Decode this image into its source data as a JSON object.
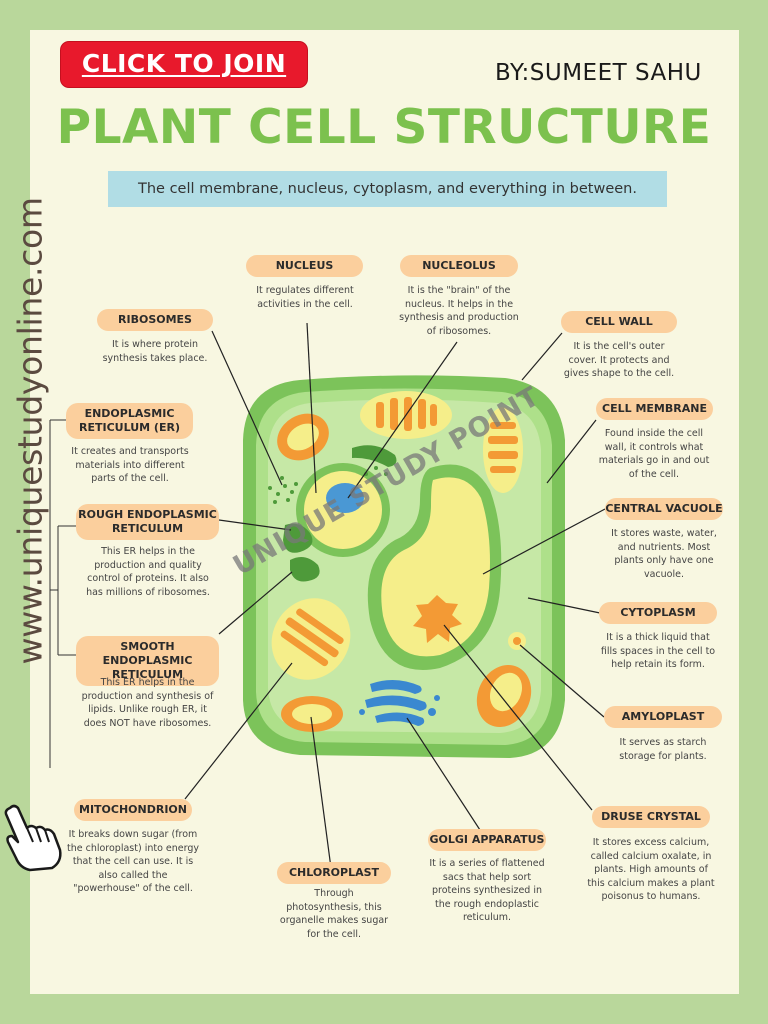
{
  "header": {
    "join_label": "CLICK TO JOIN",
    "byline": "BY:SUMEET SAHU",
    "title": "PLANT CELL STRUCTURE",
    "subtitle": "The cell membrane, nucleus, cytoplasm, and everything in between."
  },
  "side_url": "www.uniquestudyonline.com",
  "watermark": "UNIQUE STUDY POINT",
  "organelles": {
    "nucleus": {
      "name": "NUCLEUS",
      "desc": "It regulates different activities in the cell."
    },
    "nucleolus": {
      "name": "NUCLEOLUS",
      "desc": "It is the \"brain\" of the nucleus. It helps in the synthesis and production of ribosomes."
    },
    "ribosomes": {
      "name": "RIBOSOMES",
      "desc": "It is where protein synthesis takes place."
    },
    "cell_wall": {
      "name": "CELL WALL",
      "desc": "It is the cell's outer cover. It protects and gives shape to the cell."
    },
    "er": {
      "name": "ENDOPLASMIC RETICULUM (ER)",
      "desc": "It creates and transports materials into different parts of the cell."
    },
    "cell_membrane": {
      "name": "CELL MEMBRANE",
      "desc": "Found inside the cell wall, it controls what materials go in and out of the cell."
    },
    "rough_er": {
      "name": "ROUGH ENDOPLASMIC RETICULUM",
      "desc": "This ER helps in the production and quality control of proteins. It also has millions of ribosomes."
    },
    "central_vacuole": {
      "name": "CENTRAL VACUOLE",
      "desc": "It stores waste, water, and nutrients. Most plants only have one vacuole."
    },
    "cytoplasm": {
      "name": "CYTOPLASM",
      "desc": "It is a thick liquid that fills spaces in the cell to help retain its form."
    },
    "smooth_er": {
      "name": "SMOOTH ENDOPLASMIC RETICULUM",
      "desc": "This ER helps in the production and synthesis of lipids. Unlike rough ER, it does NOT have ribosomes."
    },
    "amyloplast": {
      "name": "AMYLOPLAST",
      "desc": "It serves as starch storage for plants."
    },
    "mitochondrion": {
      "name": "MITOCHONDRION",
      "desc": "It breaks down sugar (from the chloroplast) into energy that the cell can use. It is also called the \"powerhouse\" of the cell."
    },
    "druse_crystal": {
      "name": "DRUSE CRYSTAL",
      "desc": "It stores excess calcium, called calcium oxalate, in plants. High amounts of this calcium makes a plant poisonus to humans."
    },
    "golgi": {
      "name": "GOLGI APPARATUS",
      "desc": "It is a series of flattened sacs that help sort proteins synthesized in the rough endoplastic reticulum."
    },
    "chloroplast": {
      "name": "CHLOROPLAST",
      "desc": "Through photosynthesis, this organelle makes sugar for the cell."
    }
  },
  "colors": {
    "background": "#b9d79b",
    "page": "#f8f7e1",
    "title_green": "#7cc14e",
    "label_peach": "#fbcf9d",
    "subtitle_blue": "#b1dde5",
    "join_red": "#e8192c"
  },
  "icons": {
    "pointer": "hand-pointer-icon"
  }
}
